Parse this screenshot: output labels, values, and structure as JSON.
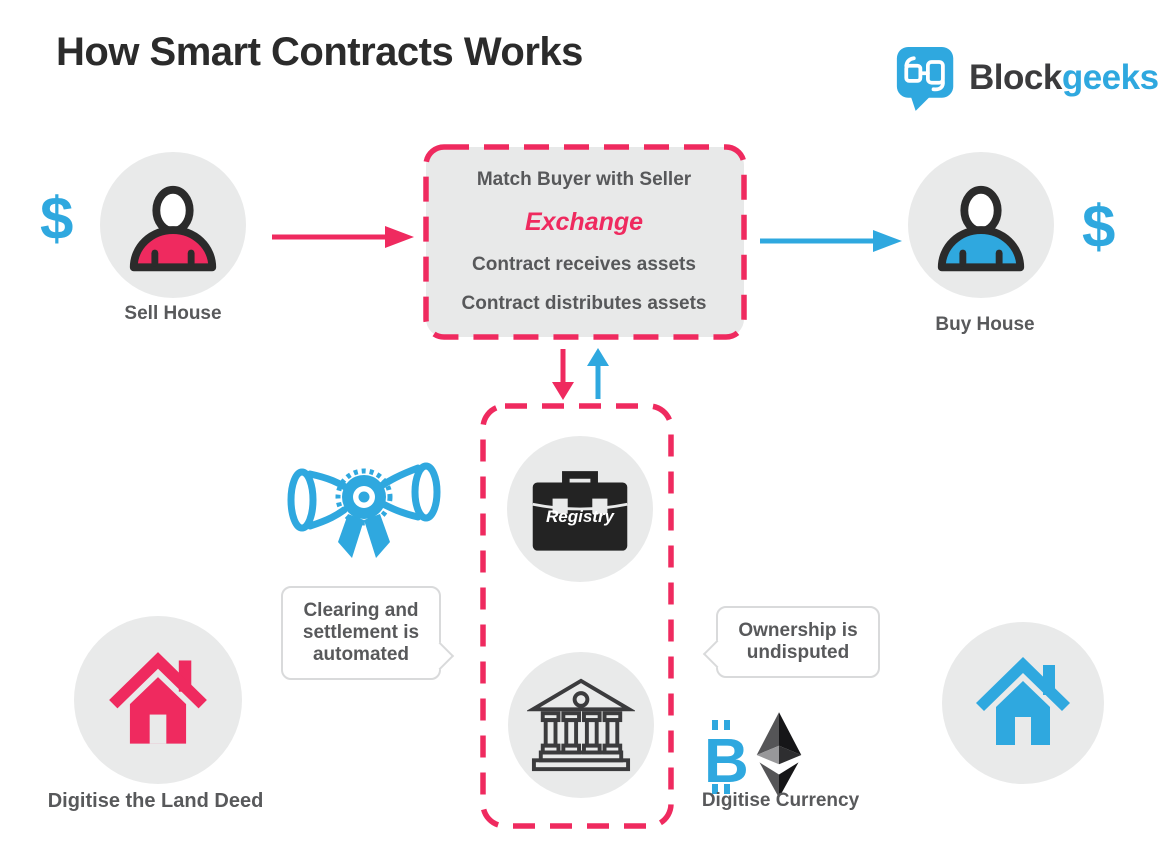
{
  "header": {
    "title": "How Smart Contracts Works",
    "logo": {
      "brand_dark": "Block",
      "brand_accent": "geeks",
      "icon": "blockgeeks-speech-bubble-icon"
    }
  },
  "colors": {
    "pink": "#EF2A5F",
    "cyan": "#2FA8DF",
    "circle_gray": "#E9EAEA",
    "exchange_box_fill": "#E8E9E9",
    "title_text": "#2B2B2B",
    "body_text": "#58595B",
    "bubble_border": "#D9DADB",
    "icon_dark": "#2B2B2B"
  },
  "flow": {
    "seller": {
      "dollar": "$",
      "label": "Sell House"
    },
    "exchange_box": {
      "line1": "Match Buyer with Seller",
      "highlight": "Exchange",
      "line2": "Contract receives assets",
      "line3": "Contract distributes assets"
    },
    "buyer": {
      "dollar": "$",
      "label": "Buy House"
    }
  },
  "ledger": {
    "registry_label": "Registry",
    "clearing_bubble": "Clearing and settlement is automated",
    "ownership_bubble": "Ownership is undisputed"
  },
  "bottom": {
    "land_deed_label": "Digitise the Land Deed",
    "currency_label": "Digitise Currency",
    "bitcoin_glyph": "B"
  },
  "icons": {
    "logo": "blockgeeks-speech-bubble-icon",
    "seller_person": "person-icon",
    "buyer_person": "person-icon",
    "dollar_left": "dollar-icon",
    "dollar_right": "dollar-icon",
    "certificate": "diploma-ribbon-icon",
    "briefcase": "registry-briefcase-icon",
    "bank": "bank-building-icon",
    "house_pink": "house-icon",
    "house_blue": "house-icon",
    "bitcoin": "bitcoin-icon",
    "ethereum": "ethereum-icon",
    "arrows": [
      "arrow-right-pink",
      "arrow-right-blue",
      "arrow-down-pink",
      "arrow-up-blue"
    ]
  }
}
